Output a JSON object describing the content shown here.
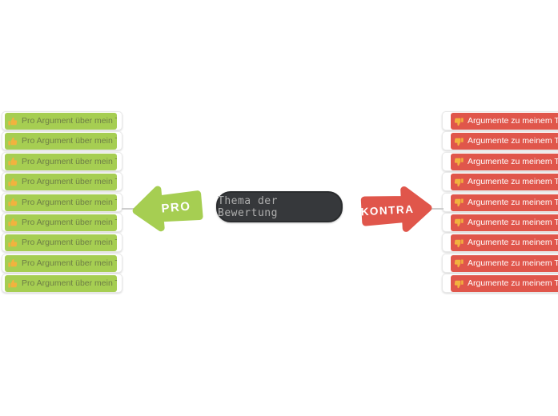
{
  "colors": {
    "pro-green": "#a6ce52",
    "kontra-red": "#e0564b",
    "root-bg": "#36383b",
    "root-text": "#aeaeae",
    "pro-item-text": "#6e7e46",
    "kontra-item-text": "#ffffff",
    "connector": "#cdcdcd",
    "card-border": "#e9e9e9",
    "thumb": "#f2b23e"
  },
  "root": {
    "label": "Thema der Bewertung"
  },
  "pro": {
    "arrow_label": "PRO",
    "icon": "thumbs-up-icon",
    "items": [
      {
        "label": "Pro Argument über mein Thema"
      },
      {
        "label": "Pro Argument über mein Thema"
      },
      {
        "label": "Pro Argument über mein Thema"
      },
      {
        "label": "Pro Argument über mein Thema"
      },
      {
        "label": "Pro Argument über mein Thema"
      },
      {
        "label": "Pro Argument über mein Thema"
      },
      {
        "label": "Pro Argument über mein Thema"
      },
      {
        "label": "Pro Argument über mein Thema"
      },
      {
        "label": "Pro Argument über mein Thema"
      }
    ]
  },
  "kontra": {
    "arrow_label": "KONTRA",
    "icon": "thumbs-down-icon",
    "items": [
      {
        "label": "Argumente zu meinem Thema"
      },
      {
        "label": "Argumente zu meinem Thema"
      },
      {
        "label": "Argumente zu meinem Thema"
      },
      {
        "label": "Argumente zu meinem Thema"
      },
      {
        "label": "Argumente zu meinem Thema"
      },
      {
        "label": "Argumente zu meinem Thema"
      },
      {
        "label": "Argumente zu meinem Thema"
      },
      {
        "label": "Argumente zu meinem Thema"
      },
      {
        "label": "Argumente zu meinem Thema"
      }
    ]
  }
}
